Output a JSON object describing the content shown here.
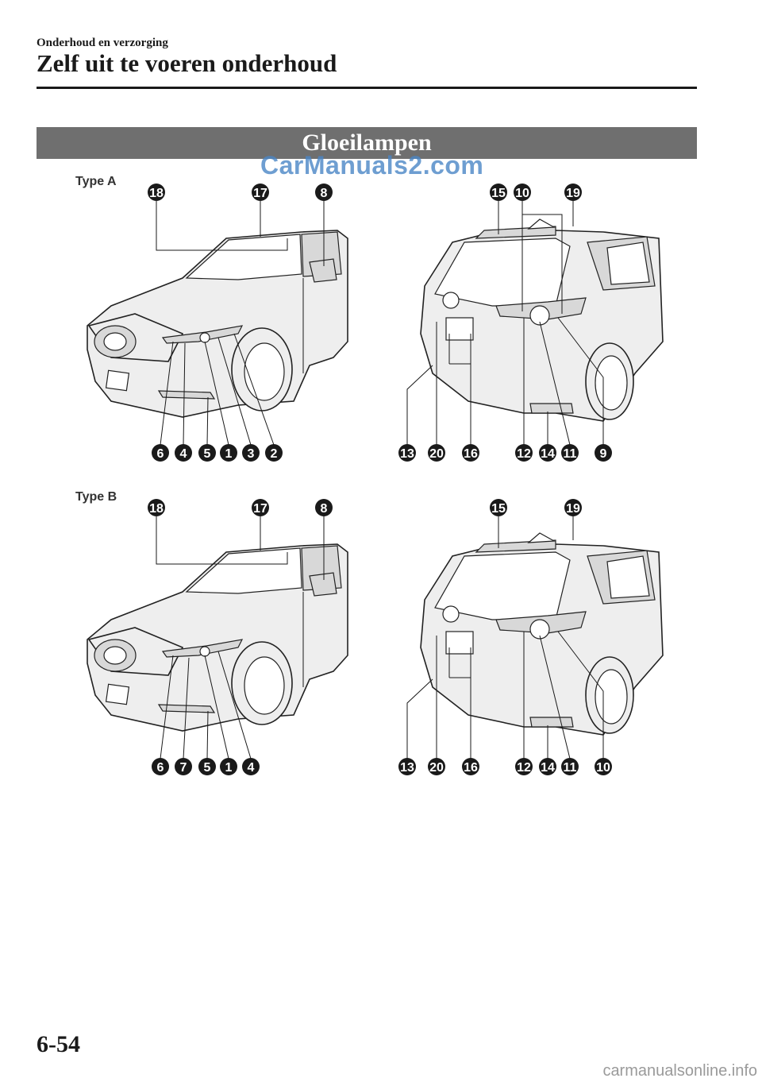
{
  "header": {
    "section": "Onderhoud en verzorging",
    "chapter_title": "Zelf uit te voeren onderhoud"
  },
  "banner": {
    "title": "Gloeilampen"
  },
  "watermark": "CarManuals2.com",
  "figures": {
    "type_a": {
      "label": "Type A",
      "front_callouts": [
        "18",
        "17",
        "8",
        "6",
        "4",
        "5",
        "1",
        "3",
        "2"
      ],
      "rear_callouts": [
        "15",
        "10",
        "19",
        "13",
        "20",
        "16",
        "12",
        "14",
        "11",
        "9"
      ]
    },
    "type_b": {
      "label": "Type B",
      "front_callouts": [
        "18",
        "17",
        "8",
        "6",
        "7",
        "5",
        "1",
        "4"
      ],
      "rear_callouts": [
        "15",
        "19",
        "13",
        "20",
        "16",
        "12",
        "14",
        "11",
        "10"
      ]
    }
  },
  "page_number": "6-54",
  "footer_watermark": "carmanualsonline.info"
}
